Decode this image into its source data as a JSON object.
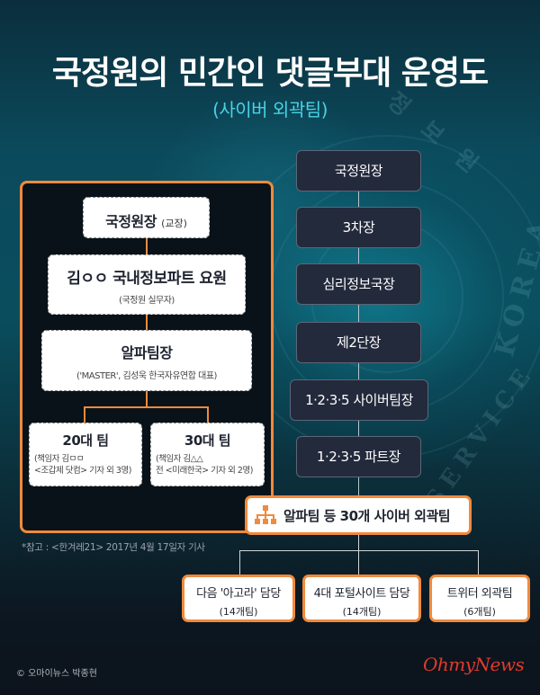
{
  "header": {
    "title": "국정원의 민간인 댓글부대 운영도",
    "subtitle": "(사이버 외곽팀)"
  },
  "background": {
    "watermark_text": [
      "KOREA",
      "SERVICE",
      "정 보 원"
    ]
  },
  "left_chart": {
    "boxes": [
      {
        "main": "국정원장",
        "inline_sub": "(교장)"
      },
      {
        "main": "김ㅇㅇ 국내정보파트 요원",
        "sub": "(국정원 실무자)"
      },
      {
        "main": "알파팀장",
        "sub": "('MASTER', 김성욱 한국자유연합 대표)"
      }
    ],
    "teams": [
      {
        "main": "20대 팀",
        "sub_lines": [
          "(책임자 김ㅁㅁ",
          "<조갑제 닷컴> 기자 외 3명)"
        ]
      },
      {
        "main": "30대 팀",
        "sub_lines": [
          "(책임자 김△△",
          "전 <미래한국> 기자 외 2명)"
        ]
      }
    ]
  },
  "right_chain": {
    "boxes": [
      "국정원장",
      "3차장",
      "심리정보국장",
      "제2단장",
      "1·2·3·5 사이버팀장",
      "1·2·3·5 파트장"
    ]
  },
  "alpha_box": {
    "icon": "org-chart-icon",
    "label": "알파팀 등 30개 사이버 외곽팀"
  },
  "bottom_boxes": [
    {
      "main": "다음 '아고라' 담당",
      "sub": "(14개팀)"
    },
    {
      "main": "4대 포털사이트 담당",
      "sub": "(14개팀)"
    },
    {
      "main": "트위터 외곽팀",
      "sub": "(6개팀)"
    }
  ],
  "footer": {
    "note": "*참고 : <한겨레21> 2017년 4월 17일자 기사",
    "credit": "© 오마이뉴스 박종현",
    "logo": "OhmyNews"
  },
  "colors": {
    "accent_orange": "#f08a3c",
    "subtitle_cyan": "#49d3e6",
    "dark_box": "#232a3c",
    "logo_red": "#e03b2c"
  }
}
